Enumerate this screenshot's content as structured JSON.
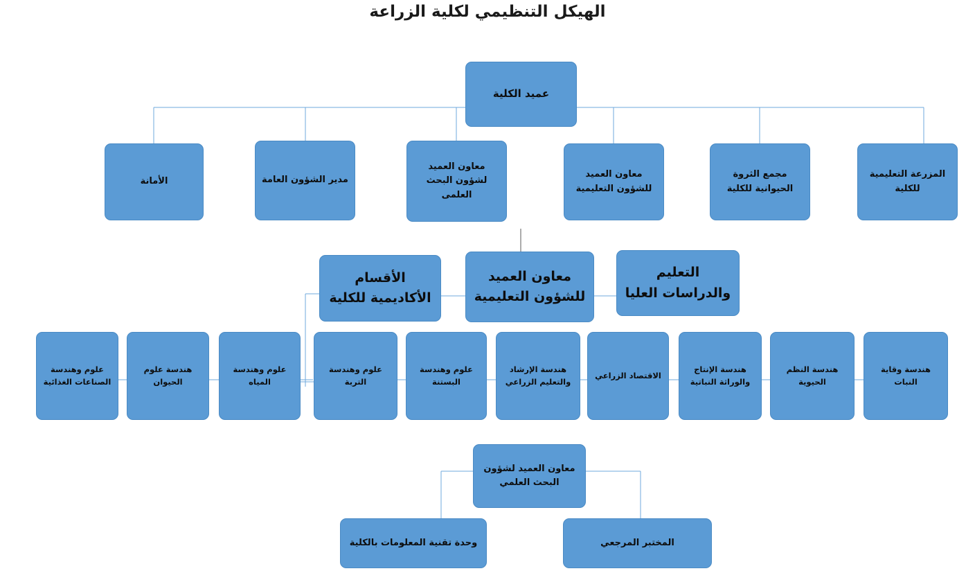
{
  "title": "الهيكل التنظيمي لكلية الزراعة",
  "colors": {
    "node_fill": "#5B9BD5",
    "node_border": "#4a8ac4",
    "line": "#6fa8dc",
    "text": "#0d0d0d",
    "background": "#ffffff"
  },
  "chart_data": {
    "type": "diagram",
    "subtype": "org-chart",
    "title": "الهيكل التنظيمي لكلية الزراعة",
    "direction": "rtl",
    "levels": [
      {
        "level": 1,
        "name": "dean",
        "nodes": [
          "عميد الكلية"
        ]
      },
      {
        "level": 2,
        "name": "dean-direct-reports",
        "nodes": [
          "الأمانة",
          "مدير الشؤون العامة",
          "معاون العميد لشؤون البحث العلمى",
          "معاون العميد للشؤون التعليمية",
          "مجمع الثروة الحيوانية للكلية",
          "المزرعة التعليمية للكلية"
        ]
      },
      {
        "level": 3,
        "name": "academic-affairs-branch",
        "nodes": [
          "الأقسام الأكاديمية للكلية",
          "معاون العميد للشؤون التعليمية",
          "التعليم والدراسات العليا"
        ]
      },
      {
        "level": 4,
        "name": "academic-departments",
        "nodes": [
          "علوم وهندسة الصناعات الغذائية",
          "هندسة علوم الحيوان",
          "علوم وهندسة المياه",
          "علوم وهندسة التربة",
          "علوم وهندسة البستنة",
          "هندسة الإرشاد والتعليم الزراعي",
          "الاقتصاد الزراعي",
          "هندسة الإنتاج والوراثة النباتية",
          "هندسة النظم الحيوية",
          "هندسة وقاية النبات"
        ]
      },
      {
        "level": 5,
        "name": "research-affairs-branch",
        "nodes": [
          "معاون العميد لشؤون البحث العلمي",
          "وحدة تقنية المعلومات بالكلية",
          "المختبر المرجعي"
        ]
      }
    ]
  },
  "nodes": {
    "dean": "عميد الكلية",
    "row2": {
      "secretariat": "الأمانة",
      "general_affairs_director": "مدير الشؤون العامة",
      "vice_dean_research": "معاون العميد لشؤون البحث العلمى",
      "vice_dean_education": "معاون العميد للشؤون التعليمية",
      "animal_wealth_complex": "مجمع الثروة الحيوانية للكلية",
      "educational_farm": "المزرعة التعليمية للكلية"
    },
    "row3": {
      "academic_departments": "الأقسام الأكاديمية للكلية",
      "vice_dean_education": "معاون العميد للشؤون التعليمية",
      "education_graduate_studies": "التعليم والدراسات العليا"
    },
    "departments": [
      "علوم وهندسة الصناعات الغذائية",
      "هندسة علوم الحيوان",
      "علوم وهندسة المياه",
      "علوم وهندسة التربة",
      "علوم وهندسة البستنة",
      "هندسة الإرشاد والتعليم الزراعي",
      "الاقتصاد الزراعي",
      "هندسة الإنتاج والوراثة النباتية",
      "هندسة النظم الحيوية",
      "هندسة وقاية النبات"
    ],
    "row5": {
      "vice_dean_research": "معاون العميد لشؤون البحث العلمي",
      "it_unit": "وحدة تقنية المعلومات بالكلية",
      "reference_lab": "المختبر المرجعي"
    }
  }
}
